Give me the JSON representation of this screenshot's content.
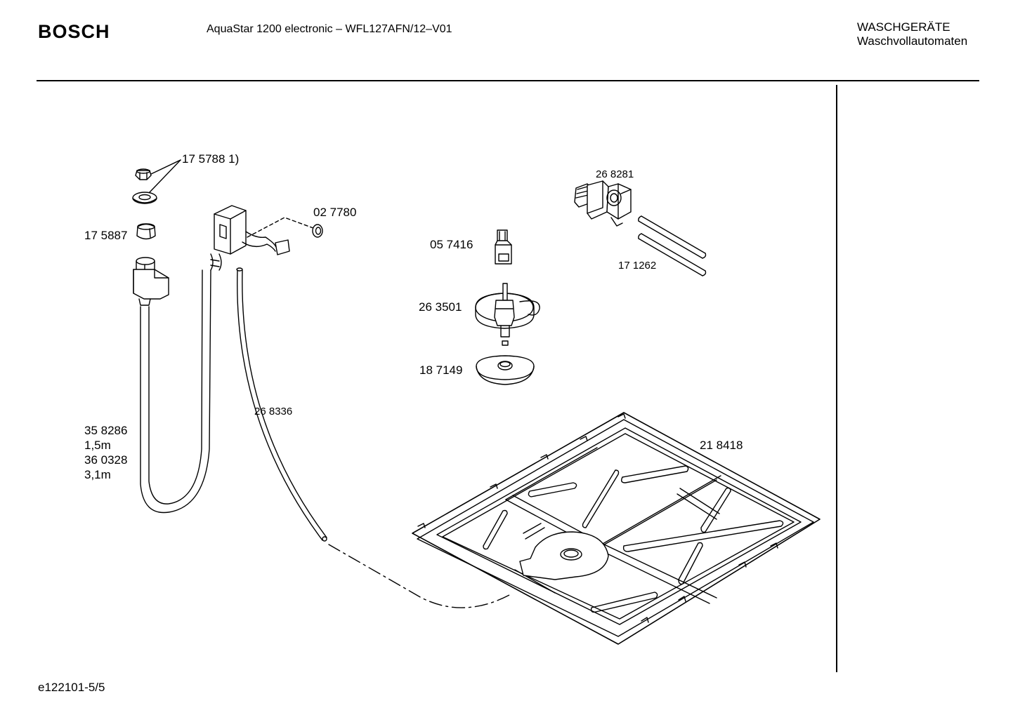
{
  "header": {
    "brand": "BOSCH",
    "model": "AquaStar 1200 electronic – WFL127AFN/12–V01",
    "category_line1": "WASCHGERÄTE",
    "category_line2": "Waschvollautomaten"
  },
  "footer": {
    "doc_id": "e122101-5/5"
  },
  "parts": {
    "p175788": "17 5788 1)",
    "p175887": "17 5887",
    "p027780": "02 7780",
    "p268281": "26 8281",
    "p057416": "05 7416",
    "p171262": "17 1262",
    "p263501": "26 3501",
    "p187149": "18 7149",
    "p268336": "26 8336",
    "p358286": "35 8286",
    "len15": "1,5m",
    "p360328": "36 0328",
    "len31": "3,1m",
    "p218418": "21 8418"
  }
}
